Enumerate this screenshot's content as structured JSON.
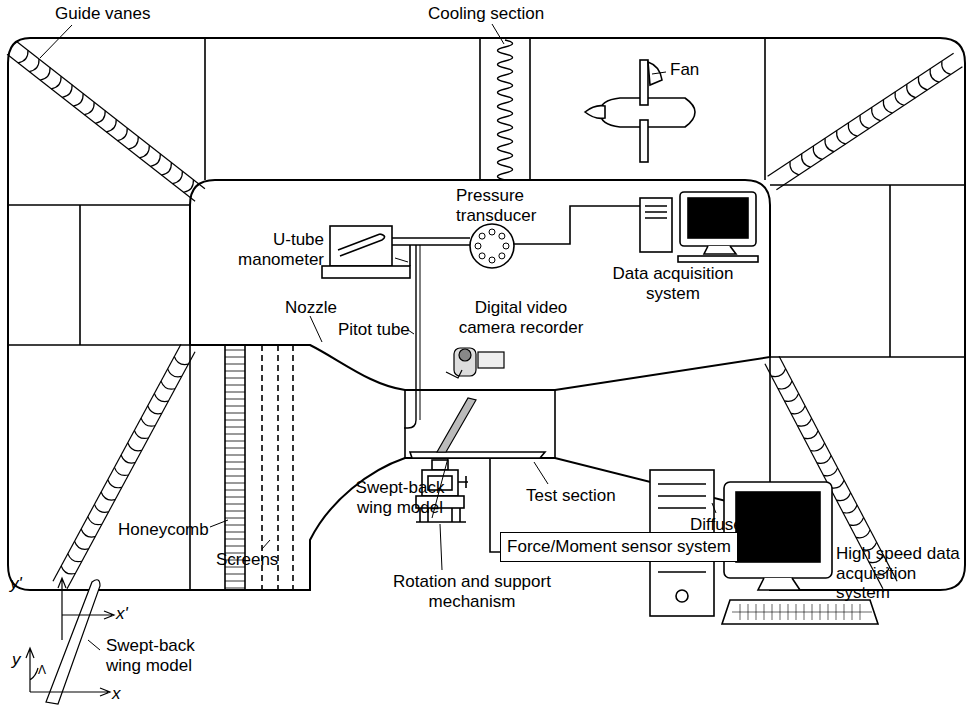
{
  "diagram": {
    "nodes": [
      {
        "text": [
          "Force/Moment sensor system"
        ]
      }
    ],
    "labels": [
      "Guide vanes",
      "Cooling section",
      "Fan",
      "Pressure transducer",
      "U-tube manometer",
      "Data acquisition system",
      "Nozzle",
      "Pitot tube",
      "Digital video camera recorder",
      "Test section",
      "Diffuser",
      "Honeycomb",
      "Screens",
      "Swept-back wing model",
      "Rotation and support mechanism",
      "High speed data acquisition system",
      "y'",
      "x'",
      "y",
      "Λ",
      "x",
      "Swept-back wing model"
    ]
  }
}
